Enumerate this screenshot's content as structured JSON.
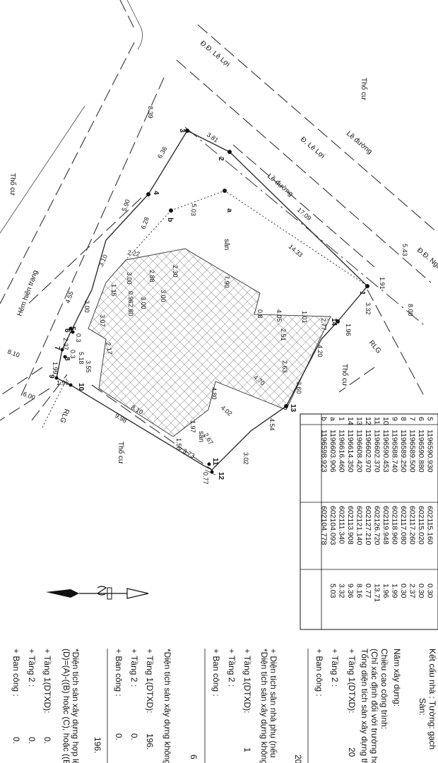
{
  "streets": {
    "le_loi_1": "Đ.Đ. Lê Lợi",
    "le_loi_2": "Đ. Lê Lợi",
    "le_duong_1": "Lề đường",
    "le_duong_2": "Lề đường",
    "ngu": "Đ.Đ. Ngu",
    "hem": "Hẻm hiện trạng"
  },
  "labels": {
    "tho_cu_top": "Thổ cư",
    "tho_cu_left": "Thổ cư",
    "tho_cu_mid": "Thổ cư",
    "tho_cu_bottom": "Thổ cư",
    "san_top": "sân",
    "san_bottom": "sân",
    "rlg_1": "RLG",
    "rlg_2": "RLG"
  },
  "points": [
    "1",
    "2",
    "3",
    "4",
    "5",
    "6",
    "7",
    "8",
    "9",
    "10",
    "11",
    "12",
    "13",
    "14",
    "a",
    "b"
  ],
  "dims": {
    "d839": "8.39",
    "d381": "3.81",
    "d636": "6.36",
    "d503": "5.03",
    "d1709": "17.09",
    "d1433": "14.33",
    "d543": "5.43",
    "d800": "8.00",
    "d191": "1.91",
    "d332": "3.32",
    "d590": "5.90",
    "d628": "6.28",
    "d222": "2.22",
    "d310": "3.10",
    "d288": "2.88",
    "d230": "2.30",
    "d790": "7.90",
    "d300a": "3.00",
    "d115": "1.15",
    "d096": "0.96",
    "d280": "2.80",
    "d300b": "3.00",
    "d300c": "3.00",
    "d300d": "3.00",
    "d455": "4.55",
    "d307": "3.07",
    "d08": "0.8",
    "d405": "4.05",
    "d101": "1.01",
    "d277": "2.77",
    "d196a": "1.96",
    "d251": "2.51",
    "d420": "4.20",
    "d237": "2.37",
    "d03a": "0.3",
    "d03b": "0.3",
    "d518": "5.18",
    "d217": "2.17",
    "d355": "3.55",
    "d263": "2.63",
    "d470": "4.70",
    "d360": "3.60",
    "d199": "1.99",
    "d196b": "1.96",
    "d810a": "8.10",
    "d600": "6.00",
    "d480": "4.80",
    "d810b": "8.10",
    "d998": "9.98",
    "d402": "4.02",
    "d197": "1.97",
    "d455b": "4.54",
    "d267": "2.67",
    "d158": "1.58",
    "d373": "3.73",
    "d077": "0.77",
    "d302": "3.02"
  },
  "coord_table": {
    "rows": [
      {
        "pt": "5",
        "x": "1196590.930",
        "y": "602115.160",
        "d": "0.30"
      },
      {
        "pt": "6",
        "x": "1196590.880",
        "y": "602115.020",
        "d": "0.30"
      },
      {
        "pt": "7",
        "x": "1196589.500",
        "y": "602117.260",
        "d": "2.37"
      },
      {
        "pt": "8",
        "x": "1196589.250",
        "y": "602117.080",
        "d": "0.30"
      },
      {
        "pt": "9",
        "x": "1196588.740",
        "y": "602118.960",
        "d": "1.99"
      },
      {
        "pt": "10",
        "x": "1196590.453",
        "y": "602119.948",
        "d": "1.96"
      },
      {
        "pt": "11",
        "x": "1196602.370",
        "y": "602126.720",
        "d": "13.71"
      },
      {
        "pt": "12",
        "x": "1196602.970",
        "y": "602127.210",
        "d": "0.77"
      },
      {
        "pt": "13",
        "x": "1196608.420",
        "y": "602121.140",
        "d": "8.16"
      },
      {
        "pt": "14",
        "x": "1196614.350",
        "y": "602113.908",
        "d": "9.36"
      },
      {
        "pt": "1",
        "x": "1196616.460",
        "y": "602111.340",
        "d": "3.32"
      },
      {
        "pt": "a",
        "x": "1196603.906",
        "y": "602104.093",
        "d": "5.03"
      },
      {
        "pt": "b",
        "x": "1196598.923",
        "y": "602104.778",
        "d": ""
      }
    ]
  },
  "notes": {
    "ket_cau": "Kết cấu nhà : Tường: gạch",
    "san": "Sàn:",
    "nam_xay_dung": "Năm xây dựng:",
    "chieu_cao": "Chiều cao công trình:",
    "chi_xac_dinh": "(Chỉ xác định đối với trường hợp t",
    "tong_dien_tich": "Tổng diện tích sàn xây dựng th",
    "tang1_a": "+ Tầng 1(DTXD):",
    "tang1_a_val": "20",
    "tang2_a": "+ Tầng 2 :",
    "ban_cong_a": "+ Ban công :",
    "val_20": "20",
    "dt_phu": "+ Diện tích sân nhà phụ (nếu",
    "dt_san_khong": "*Diện tích sàn xây dựng không",
    "tang1_b": "+ Tầng 1(DTXD):",
    "tang1_b_val": "1",
    "tang2_b": "+ Tầng 2 :",
    "ban_cong_b": "+ Ban công :",
    "val_6": "6",
    "dt_san_khong_2": "*Diện tích sàn xây dựng không",
    "tang1_c": "+ Tầng 1(DTXD):",
    "tang1_c_val": "196.",
    "tang2_c": "+ Tầng 2 :",
    "tang2_c_val": "0.",
    "ban_cong_c": "+ Ban công :",
    "ban_cong_c_val": "0.",
    "val_196": "196.",
    "dt_hop_le": "*Diện tích sàn xây dựng hợp lệ",
    "formula": "(D)=(A)-((B) hoặc (C), hoặc ((B",
    "tang1_d": "+ Tầng 1(DTXD):",
    "tang1_d_val": "0.",
    "tang2_d": "+ Tầng 2 :",
    "tang2_d_val": "0.",
    "ban_cong_d": "+ Ban công :",
    "ban_cong_d_val": "0."
  }
}
